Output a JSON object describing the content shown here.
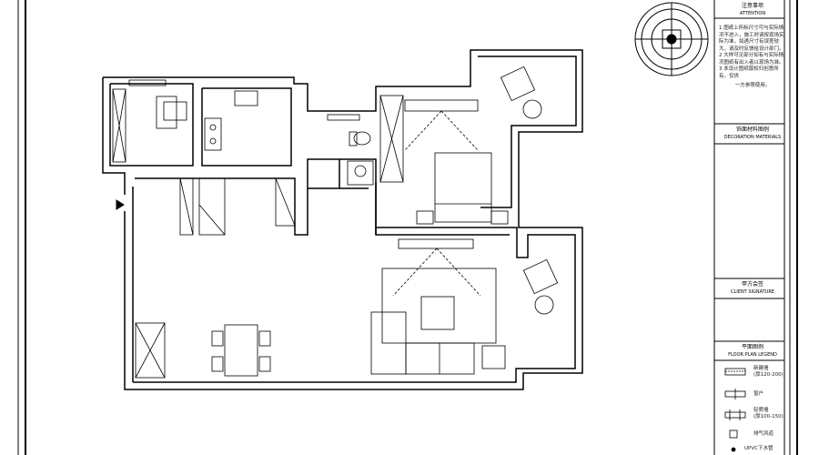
{
  "title_block": {
    "notes_title": "注意事项",
    "notes_subtitle": "ATTENTION",
    "notes": [
      "1 图纸上所标尺寸可与实际情况不进入，施工时请按现场实际为准，如遇尺寸有误差较大，请及时反馈给设计部门。",
      "2 大样可见部分如有与实际情况图纸有出入者以现场为准。",
      "3 本设计图纸版权归创意所有，仅供",
      "一方参照使用。"
    ],
    "materials_title": "饰面材料图例",
    "materials_subtitle": "DECORATION MATERIALS",
    "client_title": "甲方会签",
    "client_subtitle": "CLIENT SIGNATURE",
    "legend_title": "平面图例",
    "legend_subtitle": "FLOOR PLAN LEGEND",
    "legend": [
      {
        "icon": "new-wall",
        "label": "新建墙",
        "note": "(厚120-200)"
      },
      {
        "icon": "window",
        "label": "窗户",
        "note": ""
      },
      {
        "icon": "light-wall",
        "label": "轻质墙",
        "note": "(厚100-150)"
      },
      {
        "icon": "vent",
        "label": "排气风道",
        "note": ""
      },
      {
        "icon": "drain",
        "label": "UPVC下水管",
        "note": ""
      }
    ]
  }
}
